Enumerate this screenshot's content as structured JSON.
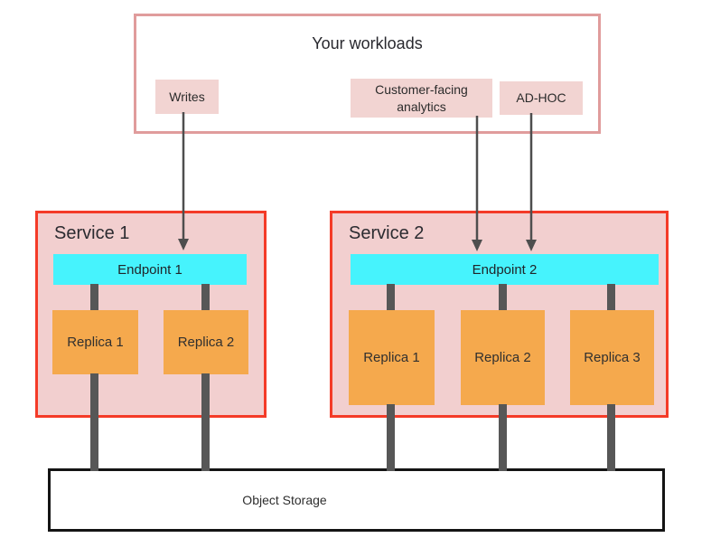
{
  "workloads": {
    "title": "Your workloads",
    "items": [
      {
        "label": "Writes"
      },
      {
        "label": "Customer-facing analytics"
      },
      {
        "label": "AD-HOC"
      }
    ]
  },
  "services": [
    {
      "name": "Service 1",
      "endpoint": "Endpoint 1",
      "replicas": [
        "Replica 1",
        "Replica 2"
      ]
    },
    {
      "name": "Service 2",
      "endpoint": "Endpoint 2",
      "replicas": [
        "Replica 1",
        "Replica 2",
        "Replica 3"
      ]
    }
  ],
  "storage": {
    "label": "Object Storage"
  },
  "colors": {
    "workloads_border": "#e09c9c",
    "chip_bg": "#f2d4d2",
    "service_bg": "#f2cfcf",
    "service_border": "#f43b28",
    "endpoint_bg": "#46f3fd",
    "replica_bg": "#f5a94d",
    "connector": "#575757",
    "arrow": "#4e4e4e",
    "storage_border": "#141414",
    "text": "#2b2b2b"
  }
}
